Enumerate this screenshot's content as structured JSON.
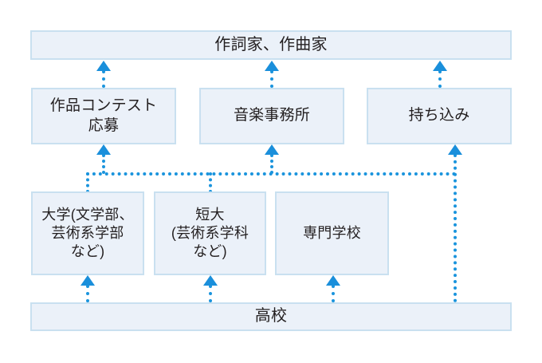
{
  "diagram": {
    "title_text": "作詞家、作曲家",
    "accent_color": "#1a94dd",
    "node_fill": "#ebf1f9",
    "node_border": "#c9e0f0",
    "text_color": "#231f20",
    "goal": {
      "label": "作詞家、作曲家"
    },
    "routes": [
      {
        "label": "作品コンテスト\n応募"
      },
      {
        "label": "音楽事務所"
      },
      {
        "label": "持ち込み"
      }
    ],
    "schools": [
      {
        "label": "大学(文学部、\n芸術系学部\nなど)"
      },
      {
        "label": "短大\n(芸術系学科\nなど)"
      },
      {
        "label": "専門学校"
      }
    ],
    "base": {
      "label": "高校"
    }
  }
}
